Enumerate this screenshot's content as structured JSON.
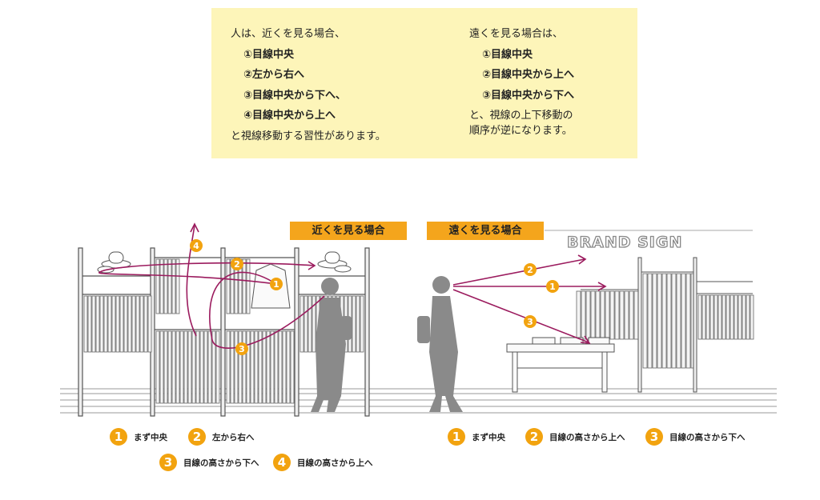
{
  "note": {
    "near": {
      "intro": "人は、近くを見る場合、",
      "steps": [
        "①目線中央",
        "②左から右へ",
        "③目線中央から下へ、",
        "④目線中央から上へ"
      ],
      "outro": "と視線移動する習性があります。"
    },
    "far": {
      "intro": "遠くを見る場合は、",
      "steps": [
        "①目線中央",
        "②目線中央から上へ",
        "③目線中央から下へ"
      ],
      "outro1": "と、視線の上下移動の",
      "outro2": "順序が逆になります。"
    }
  },
  "labels": {
    "near": "近くを見る場合",
    "far": "遠くを見る場合",
    "brand": "BRAND SIGN"
  },
  "legend": {
    "near": [
      {
        "num": "1",
        "text": "まず中央"
      },
      {
        "num": "2",
        "text": "左から右へ"
      },
      {
        "num": "3",
        "text": "目線の高さから下へ"
      },
      {
        "num": "4",
        "text": "目線の高さから上へ"
      }
    ],
    "far": [
      {
        "num": "1",
        "text": "まず中央"
      },
      {
        "num": "2",
        "text": "目線の高さから上へ"
      },
      {
        "num": "3",
        "text": "目線の高さから下へ"
      }
    ]
  },
  "colors": {
    "accent": "#f2a30f",
    "path": "#9b1b5e",
    "note_bg": "#fdf5b9"
  }
}
